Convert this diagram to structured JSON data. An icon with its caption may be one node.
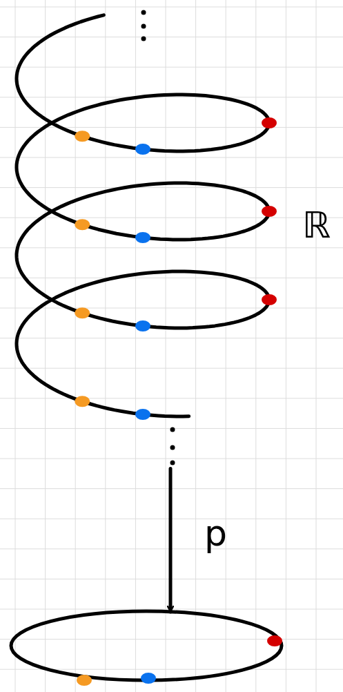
{
  "diagram": {
    "nodes": [
      {
        "text": [],
        "shape": "spiral",
        "beside": [
          "ℝ"
        ]
      },
      {
        "text": [],
        "shape": "circle"
      }
    ],
    "edges": [
      {
        "from": 0,
        "to": 1,
        "arrow": "to",
        "label": "p"
      }
    ]
  }
}
